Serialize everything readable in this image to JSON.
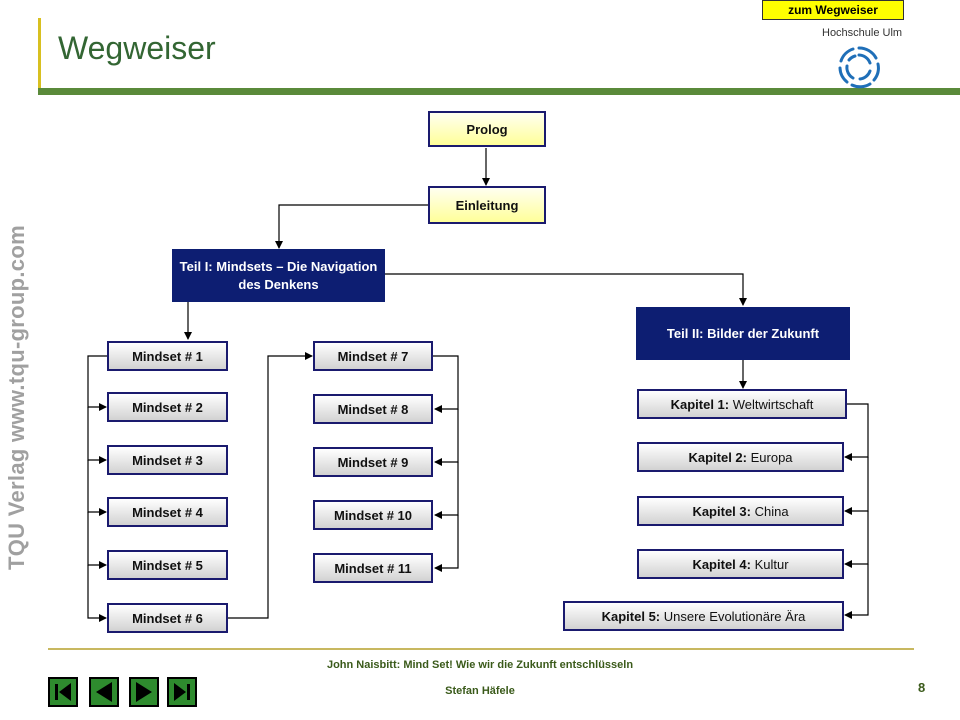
{
  "header": {
    "title": "Wegweiser",
    "nav_link": "zum Wegweiser",
    "logo_text": "Hochschule Ulm",
    "side_text": "TQU Verlag   www.tqu-group.com"
  },
  "diagram": {
    "prolog": "Prolog",
    "einleitung": "Einleitung",
    "teil1": "Teil I: Mindsets – Die Navigation des Denkens",
    "teil2": "Teil II: Bilder der Zukunft",
    "mindsets": [
      "Mindset # 1",
      "Mindset # 2",
      "Mindset # 3",
      "Mindset # 4",
      "Mindset # 5",
      "Mindset # 6",
      "Mindset # 7",
      "Mindset # 8",
      "Mindset # 9",
      "Mindset # 10",
      "Mindset # 11"
    ],
    "kapitel": [
      {
        "label": "Kapitel 1:",
        "name": "Weltwirtschaft"
      },
      {
        "label": "Kapitel 2:",
        "name": "Europa"
      },
      {
        "label": "Kapitel 3:",
        "name": "China"
      },
      {
        "label": "Kapitel 4:",
        "name": "Kultur"
      },
      {
        "label": "Kapitel 5:",
        "name": "Unsere Evolutionäre Ära"
      }
    ]
  },
  "footer": {
    "title": "John Naisbitt: Mind Set! Wie wir die Zukunft entschlüsseln",
    "author": "Stefan Häfele",
    "page_number": "8"
  },
  "navigation": {
    "buttons": [
      "first-slide",
      "previous-slide",
      "next-slide",
      "last-slide"
    ]
  },
  "colors": {
    "navy_box": "#0d1e72",
    "yellow_box": "#ffff99",
    "header_bar": "#5a8a3a",
    "title_green": "#336633",
    "nav_button": "#2e8b2e"
  }
}
